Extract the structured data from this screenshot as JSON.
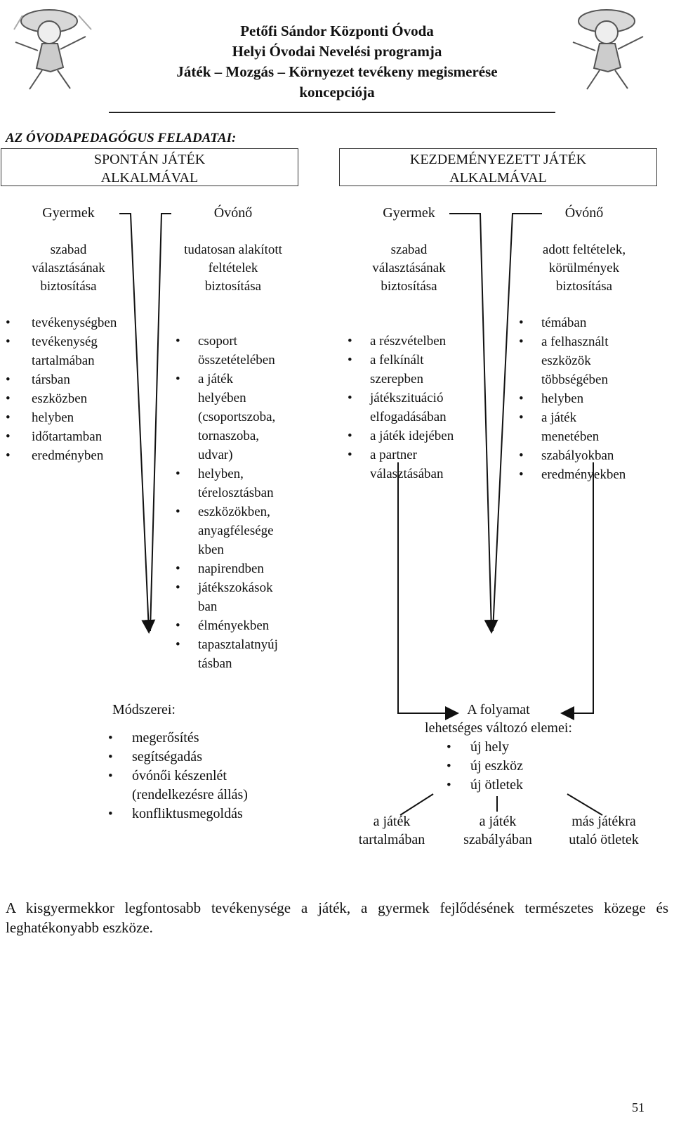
{
  "header": {
    "line1": "Petőfi Sándor Központi Óvoda",
    "line2": "Helyi Óvodai Nevelési programja",
    "line3": "Játék – Mozgás – Környezet tevékeny megismerése",
    "line4": "koncepciója"
  },
  "section_title": "AZ ÓVODAPEDAGÓGUS FELADATAI:",
  "boxes": {
    "left": [
      "SPONTÁN JÁTÉK",
      "ALKALMÁVAL"
    ],
    "right": [
      "KEZDEMÉNYEZETT JÁTÉK",
      "ALKALMÁVAL"
    ]
  },
  "columns": {
    "c1": {
      "head": "Gyermek",
      "sub": [
        "szabad",
        "választásának",
        "biztosítása"
      ],
      "items": [
        "tevékenységben",
        "tevékenység|tartalmában",
        "társban",
        "eszközben",
        "helyben",
        "időtartamban",
        "eredményben"
      ]
    },
    "c2": {
      "head": "Óvónő",
      "sub": [
        "tudatosan alakított",
        "feltételek",
        "biztosítása"
      ],
      "items": [
        "csoport|összetételében",
        "a játék|helyében|(csoportszoba,|tornaszoba,|udvar)",
        "helyben,|térelosztásban",
        "eszközökben,|anyagfélesége|kben",
        "napirendben",
        "játékszokások|ban",
        "élményekben",
        "tapasztalatnyúj|tásban"
      ]
    },
    "c3": {
      "head": "Gyermek",
      "sub": [
        "szabad",
        "választásának",
        "biztosítása"
      ],
      "items": [
        "a részvételben",
        "a felkínált|szerepben",
        "játékszituáció|elfogadásában",
        "a játék idejében",
        "a partner|választásában"
      ]
    },
    "c4": {
      "head": "Óvónő",
      "sub": [
        "adott feltételek,",
        "körülmények",
        "biztosítása"
      ],
      "items": [
        "témában",
        "a felhasznált|eszközök|többségében",
        "helyben",
        "a játék|menetében",
        "szabályokban",
        "eredményekben"
      ]
    }
  },
  "methods": {
    "title": "Módszerei:",
    "items": [
      "megerősítés",
      "segítségadás",
      "óvónői készenlét|(rendelkezésre állás)",
      "konfliktusmegoldás"
    ]
  },
  "process": {
    "title": [
      "A folyamat",
      "lehetséges változó elemei:"
    ],
    "items": [
      "új hely",
      "új eszköz",
      "új ötletek"
    ],
    "branches": [
      [
        "a játék",
        "tartalmában"
      ],
      [
        "a játék",
        "szabályában"
      ],
      [
        "más játékra",
        "utaló ötletek"
      ]
    ]
  },
  "paragraph": "A kisgyermekkor legfontosabb tevékenysége a játék, a gyermek fejlődésének természetes közege és leghatékonyabb eszköze.",
  "page_number": "51"
}
